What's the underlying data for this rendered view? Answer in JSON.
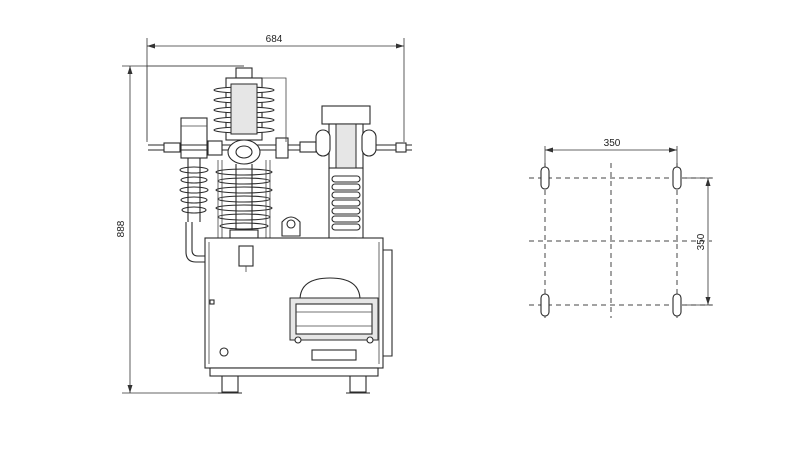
{
  "front_view": {
    "width_dimension": "684",
    "height_dimension": "888"
  },
  "foundation_plan": {
    "horizontal_spacing": "350",
    "vertical_spacing": "350"
  }
}
